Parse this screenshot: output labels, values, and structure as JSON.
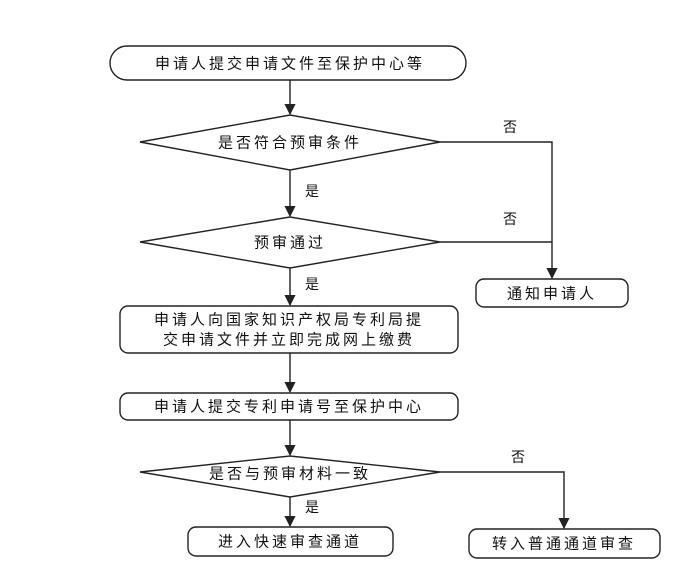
{
  "flowchart": {
    "start": "申请人提交申请文件至保护中心等",
    "decision_precheck": "是否符合预审条件",
    "decision_pass": "预审通过",
    "notify": "通知申请人",
    "apply_line1": "申请人向国家知识产权局专利局提",
    "apply_line2": "交申请文件并立即完成网上缴费",
    "submit_number": "申请人提交专利申请号至保护中心",
    "decision_consistent": "是否与预审材料一致",
    "fast_track": "进入快速审查通道",
    "normal_track": "转入普通通道审查"
  },
  "labels": {
    "yes": "是",
    "no": "否"
  },
  "colors": {
    "stroke": "#222222",
    "text": "#111111"
  }
}
